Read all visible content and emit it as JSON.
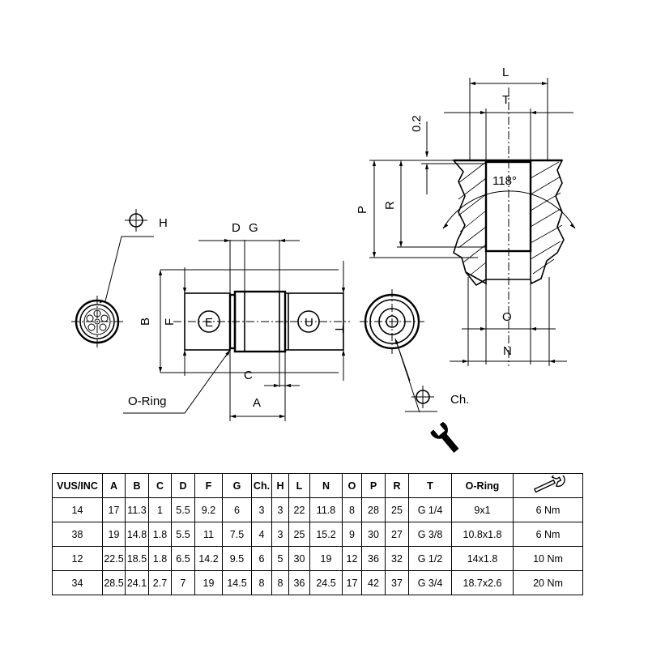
{
  "labels": {
    "H": "H",
    "D": "D",
    "G": "G",
    "B": "B",
    "F": "F",
    "E": "E",
    "U": "U",
    "T": "T",
    "C": "C",
    "A": "A",
    "oring": "O-Ring",
    "ch": "Ch.",
    "L": "L",
    "T2": "T",
    "gap": "0.2",
    "angle": "118°",
    "P": "P",
    "R": "R",
    "O": "O",
    "N": "N"
  },
  "table": {
    "headers": [
      "VUS/INC",
      "A",
      "B",
      "C",
      "D",
      "F",
      "G",
      "Ch.",
      "H",
      "L",
      "N",
      "O",
      "P",
      "R",
      "T",
      "O-Ring",
      ""
    ],
    "rows": [
      [
        "14",
        "17",
        "11.3",
        "1",
        "5.5",
        "9.2",
        "6",
        "3",
        "3",
        "22",
        "11.8",
        "8",
        "28",
        "25",
        "G 1/4",
        "9x1",
        "6 Nm"
      ],
      [
        "38",
        "19",
        "14.8",
        "1.8",
        "5.5",
        "11",
        "7.5",
        "4",
        "3",
        "25",
        "15.2",
        "9",
        "30",
        "27",
        "G 3/8",
        "10.8x1.8",
        "6 Nm"
      ],
      [
        "12",
        "22.5",
        "18.5",
        "1.8",
        "6.5",
        "14.2",
        "9.5",
        "6",
        "5",
        "30",
        "19",
        "12",
        "36",
        "32",
        "G 1/2",
        "14x1.8",
        "10 Nm"
      ],
      [
        "34",
        "28.5",
        "24.1",
        "2.7",
        "7",
        "19",
        "14.5",
        "8",
        "8",
        "36",
        "24.5",
        "17",
        "42",
        "37",
        "G 3/4",
        "18.7x2.6",
        "20 Nm"
      ]
    ]
  },
  "icons": [
    "wrench-icon",
    "position-symbol-icon"
  ]
}
